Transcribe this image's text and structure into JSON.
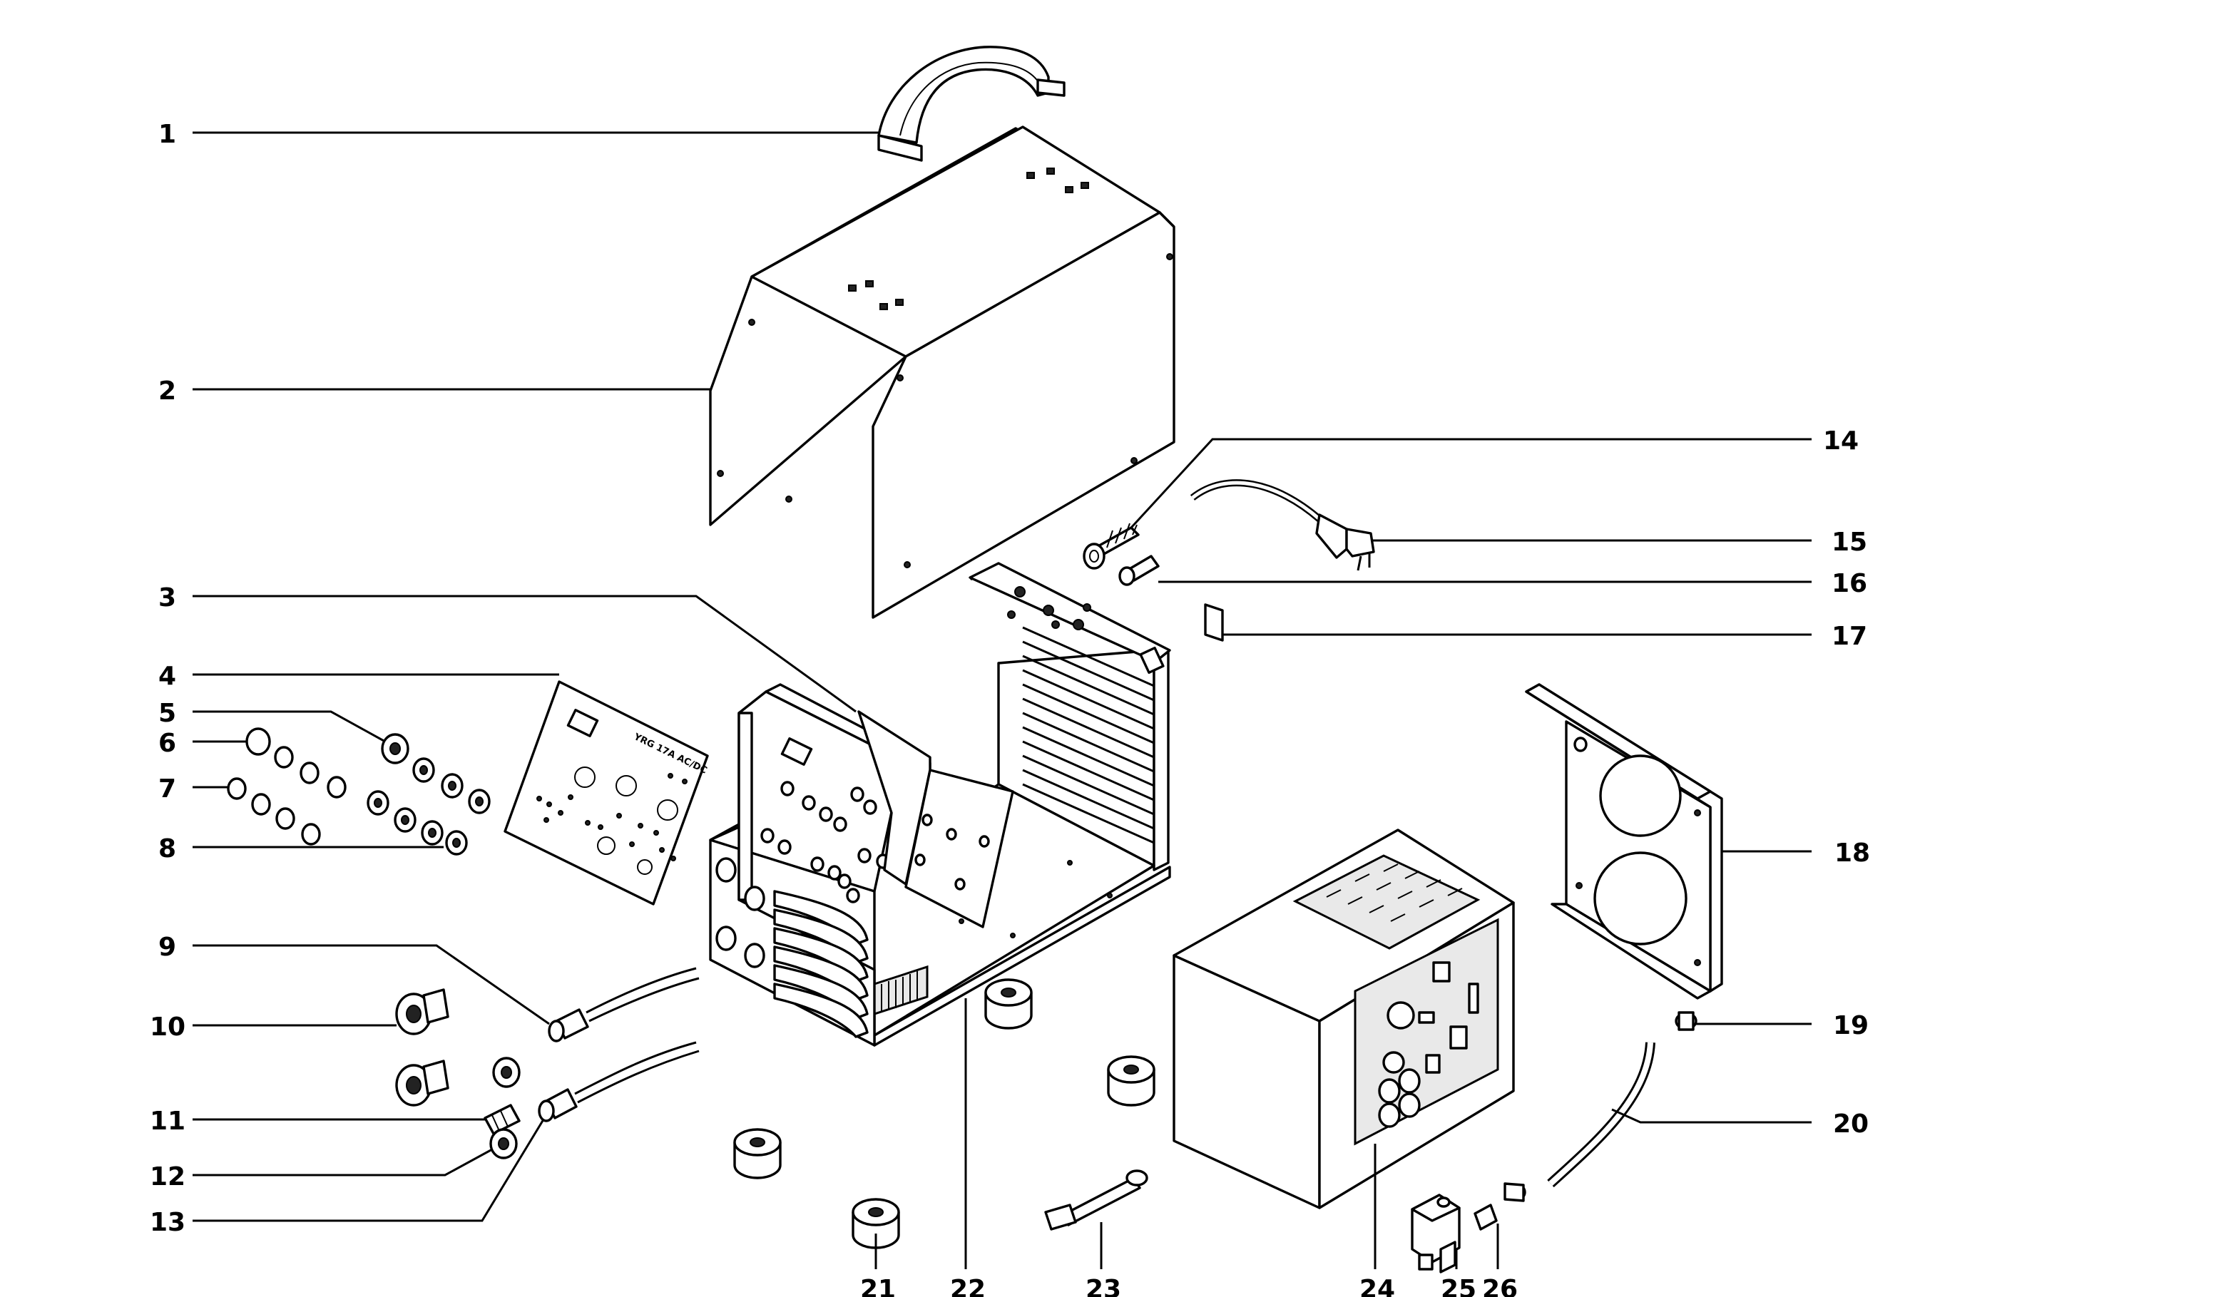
{
  "callouts": [
    "1",
    "2",
    "3",
    "4",
    "5",
    "6",
    "7",
    "8",
    "9",
    "10",
    "11",
    "12",
    "13",
    "14",
    "15",
    "16",
    "17",
    "18",
    "19",
    "20",
    "21",
    "22",
    "23",
    "24",
    "25",
    "26"
  ],
  "panel_text": "YRG 17A AC/DC"
}
